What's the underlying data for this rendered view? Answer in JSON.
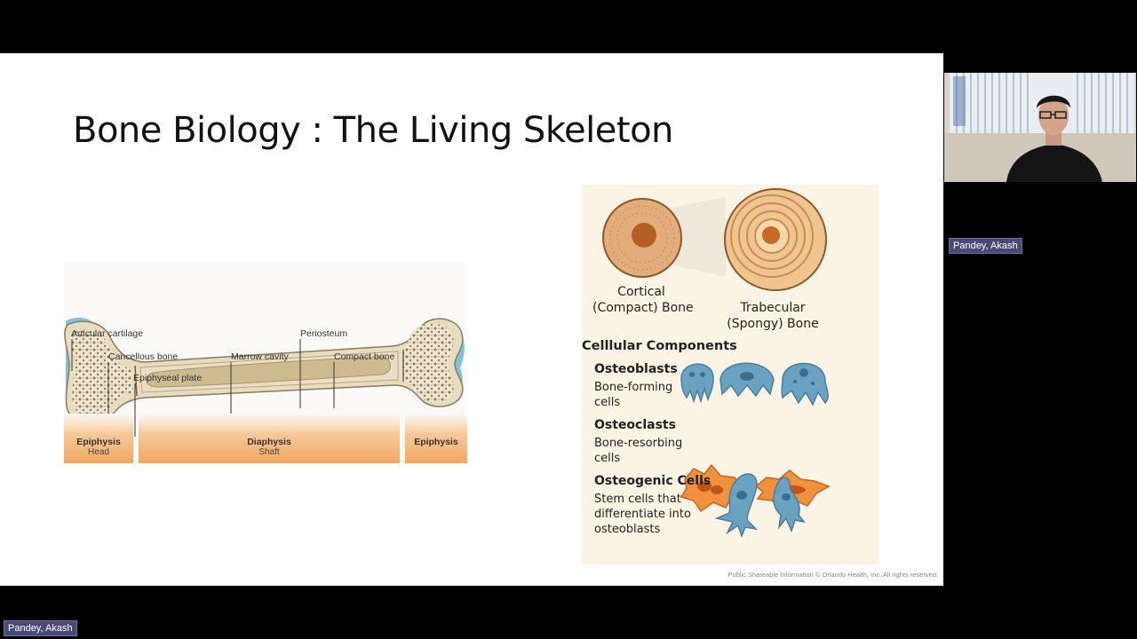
{
  "slide": {
    "title": "Bone Biology : The Living Skeleton",
    "footer": "Public Shareable Information © Orlando Health, Inc. All rights reserved."
  },
  "bone_figure": {
    "labels": {
      "articular_cartilage": "Articular cartilage",
      "cancellous_bone": "Cancellous bone",
      "epiphyseal_plate": "Epiphyseal plate",
      "marrow_cavity": "Marrow cavity",
      "periosteum": "Periosteum",
      "compact_bone": "Compact bone"
    },
    "regions": [
      {
        "name": "Epiphysis",
        "sub": "Head"
      },
      {
        "name": "Diaphysis",
        "sub": "Shaft"
      },
      {
        "name": "Epiphysis",
        "sub": ""
      }
    ]
  },
  "cells_figure": {
    "cortical_caption_1": "Cortical",
    "cortical_caption_2": "(Compact) Bone",
    "trabecular_caption_1": "Trabecular",
    "trabecular_caption_2": "(Spongy) Bone",
    "components_heading": "Celllular Components",
    "cells": [
      {
        "name": "Osteoblasts",
        "desc_1": "Bone-forming",
        "desc_2": "cells",
        "desc_3": ""
      },
      {
        "name": "Osteoclasts",
        "desc_1": "Bone-resorbing",
        "desc_2": "cells",
        "desc_3": ""
      },
      {
        "name": "Osteogenic Cells",
        "desc_1": "Stem cells that",
        "desc_2": "differentiate into",
        "desc_3": "osteoblasts"
      }
    ]
  },
  "participants": {
    "presenter_tile_name": "Pandey, Akash",
    "self_tile_name": "Pandey, Akash"
  },
  "colors": {
    "osteoblast": "#6aa3c2",
    "osteoclast": "#f0913e",
    "bone_tan": "#dba876",
    "name_tag": "#4a4a78"
  }
}
